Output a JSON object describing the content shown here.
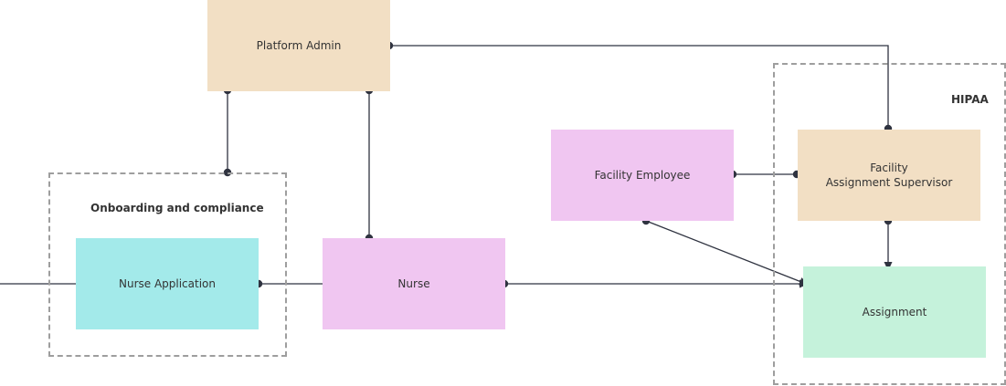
{
  "groups": {
    "onboarding": {
      "label": "Onboarding and compliance"
    },
    "hipaa": {
      "label": "HIPAA"
    }
  },
  "nodes": {
    "platform_admin": {
      "label": "Platform Admin",
      "color": "#f2dfc4"
    },
    "nurse_application": {
      "label": "Nurse Application",
      "color": "#a3eaea"
    },
    "nurse": {
      "label": "Nurse",
      "color": "#f0c6f1"
    },
    "facility_employee": {
      "label": "Facility Employee",
      "color": "#f0c6f1"
    },
    "facility_supervisor": {
      "line1": "Facility",
      "line2": "Assignment Supervisor",
      "color": "#f2dfc4"
    },
    "assignment": {
      "label": "Assignment",
      "color": "#c5f2db"
    }
  },
  "colors": {
    "connector": "#2f3340",
    "group_border": "#9e9e9e"
  }
}
